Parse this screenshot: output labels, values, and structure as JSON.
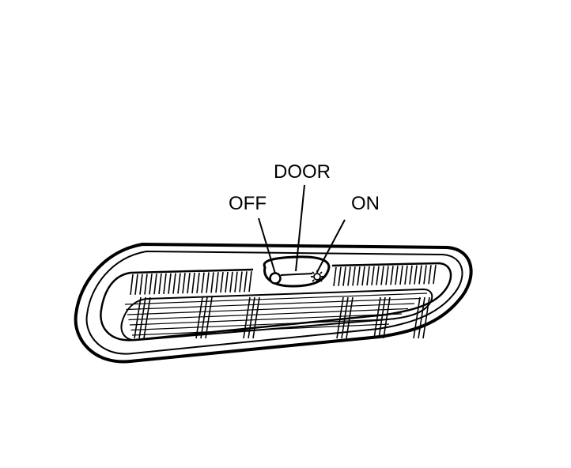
{
  "labels": {
    "off": "OFF",
    "door": "DOOR",
    "on": "ON"
  },
  "colors": {
    "ink": "#000000",
    "paper": "#ffffff"
  }
}
